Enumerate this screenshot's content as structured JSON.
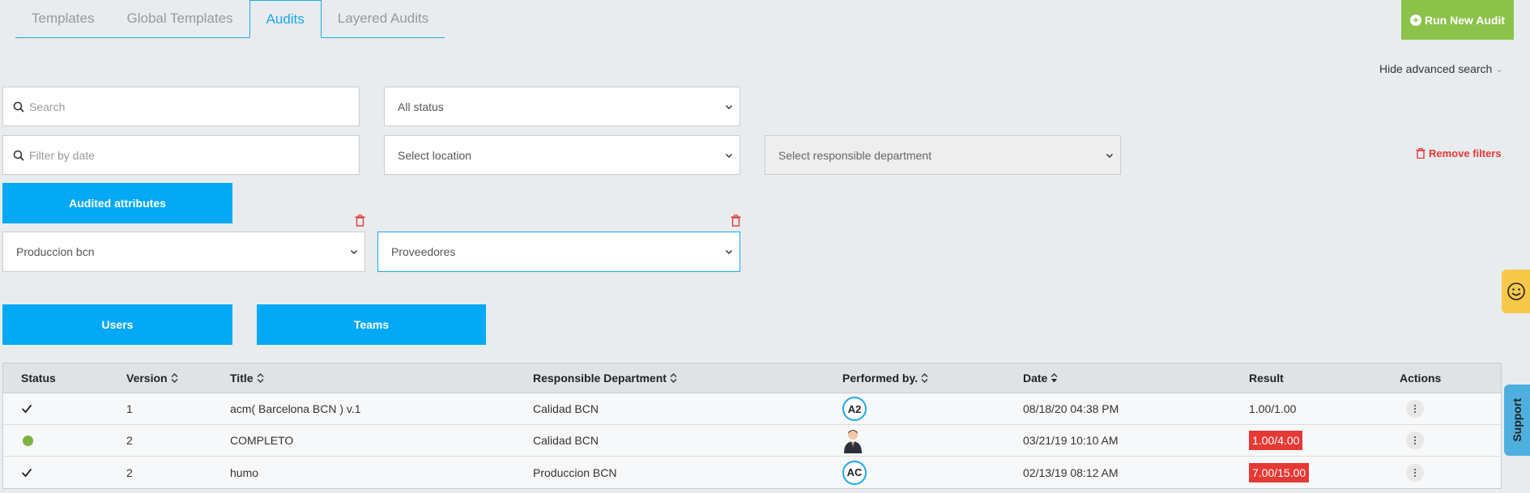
{
  "tabs": [
    {
      "label": "Templates",
      "active": false
    },
    {
      "label": "Global Templates",
      "active": false
    },
    {
      "label": "Audits",
      "active": true
    },
    {
      "label": "Layered Audits",
      "active": false
    }
  ],
  "run_button": {
    "label": "Run New Audit",
    "icon": "plus-circle-icon",
    "color": "#8bc34a"
  },
  "advanced_search": {
    "toggle_label": "Hide advanced search",
    "icon": "chevron-down-icon"
  },
  "filters": {
    "search_placeholder": "Search",
    "status_select": "All status",
    "date_placeholder": "Filter by date",
    "location_select": "Select location",
    "department_select": "Select responsible department",
    "remove_filters_label": "Remove filters"
  },
  "audited_attributes": {
    "button_label": "Audited attributes",
    "attribute_1": "Produccion bcn",
    "attribute_2": "Proveedores"
  },
  "assignee_buttons": {
    "users_label": "Users",
    "teams_label": "Teams"
  },
  "table": {
    "columns": [
      "Status",
      "Version",
      "Title",
      "Responsible Department",
      "Performed by.",
      "Date",
      "Result",
      "Actions"
    ],
    "rows": [
      {
        "status": "check",
        "version": "1",
        "title": "acm( Barcelona BCN ) v.1",
        "department": "Calidad BCN",
        "performer": "A2",
        "performer_type": "initials",
        "date": "08/18/20 04:38 PM",
        "result": "1.00/1.00",
        "result_flag": "normal"
      },
      {
        "status": "in-progress",
        "version": "2",
        "title": "COMPLETO",
        "department": "Calidad BCN",
        "performer": "",
        "performer_type": "photo",
        "date": "03/21/19 10:10 AM",
        "result": "1.00/4.00",
        "result_flag": "fail"
      },
      {
        "status": "check",
        "version": "2",
        "title": "humo",
        "department": "Produccion BCN",
        "performer": "AC",
        "performer_type": "initials",
        "date": "02/13/19 08:12 AM",
        "result": "7.00/15.00",
        "result_flag": "fail"
      }
    ]
  },
  "side_tabs": {
    "feedback_icon": "smiley-icon",
    "support_label": "Support"
  },
  "colors": {
    "accent": "#03a9f4",
    "tab_accent": "#1ea7e7",
    "success": "#8bc34a",
    "danger": "#e53935",
    "feedback": "#f8c84a"
  }
}
